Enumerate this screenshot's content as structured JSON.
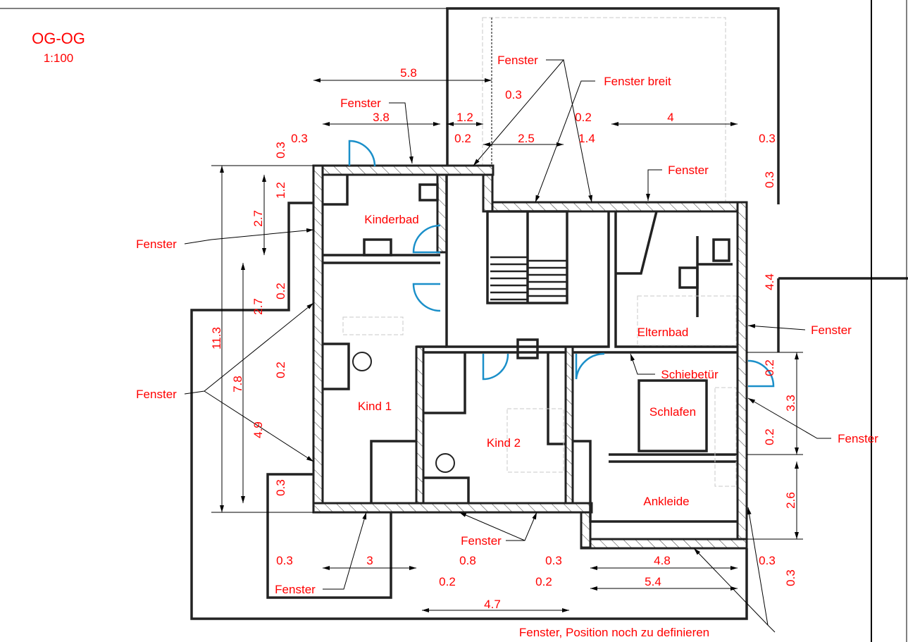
{
  "header": {
    "title": "OG-OG",
    "scale": "1:100"
  },
  "rooms": {
    "kinderbad": "Kinderbad",
    "elternbad": "Elternbad",
    "kind1": "Kind 1",
    "kind2": "Kind 2",
    "schlafen": "Schlafen",
    "ankleide": "Ankleide",
    "schiebetuer": "Schiebetür"
  },
  "annotations": {
    "fenster": "Fenster",
    "fenster_breit": "Fenster breit",
    "fenster_position": "Fenster, Position noch zu definieren"
  },
  "dimensions": {
    "top": [
      "5.8",
      "0.3",
      "3.8",
      "1.2",
      "0.2",
      "4",
      "0.3",
      "0.2",
      "2.5",
      "1.4",
      "0.3"
    ],
    "left": [
      "0.3",
      "1.2",
      "2.7",
      "2.7",
      "0.2",
      "11.3",
      "7.8",
      "0.2",
      "4.9",
      "0.3"
    ],
    "right": [
      "0.3",
      "4.4",
      "0.2",
      "3.3",
      "0.2",
      "2.6",
      "0.3"
    ],
    "bottom": [
      "0.3",
      "3",
      "0.8",
      "0.3",
      "4.8",
      "0.3",
      "0.2",
      "0.2",
      "5.4",
      "4.7"
    ]
  },
  "colors": {
    "annotation": "#ff0000",
    "wall": "#222222",
    "door": "#1a8fc9"
  }
}
